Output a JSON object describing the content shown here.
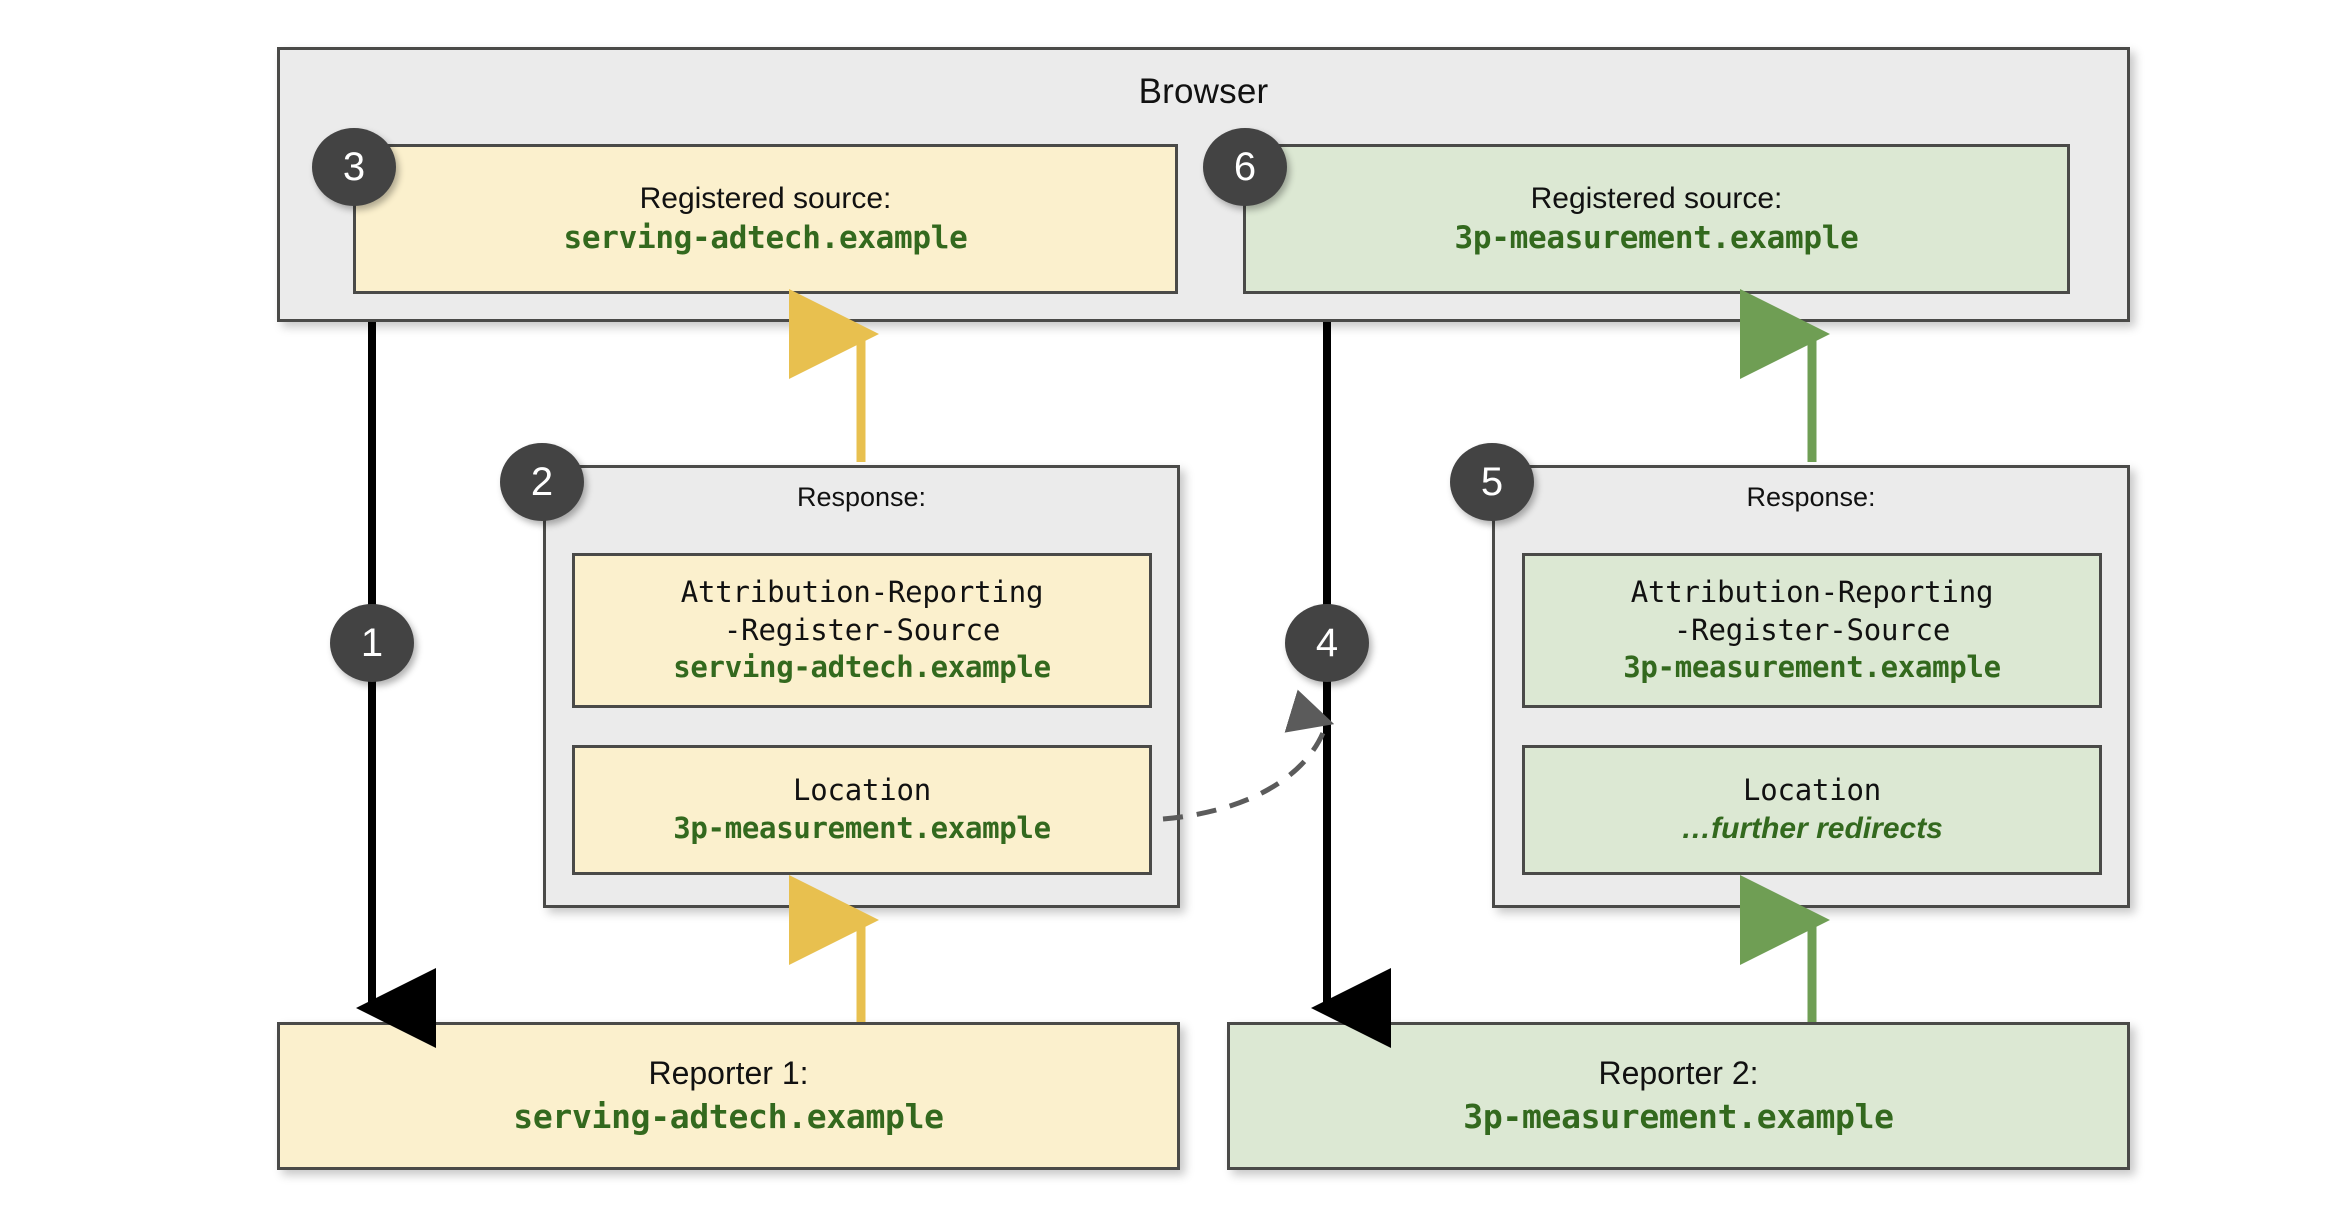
{
  "diagram": {
    "browser": {
      "title": "Browser",
      "registered_sources": [
        {
          "step": "3",
          "label": "Registered source:",
          "host": "serving-adtech.example",
          "tone": "yellow"
        },
        {
          "step": "6",
          "label": "Registered source:",
          "host": "3p-measurement.example",
          "tone": "green"
        }
      ]
    },
    "responses": [
      {
        "step": "2",
        "label": "Response:",
        "tone": "yellow",
        "headers": [
          {
            "name_line1": "Attribution-Reporting",
            "name_line2": "-Register-Source",
            "value": "serving-adtech.example",
            "value_style": "mono"
          },
          {
            "name_line1": "Location",
            "name_line2": "",
            "value": "3p-measurement.example",
            "value_style": "mono"
          }
        ]
      },
      {
        "step": "5",
        "label": "Response:",
        "tone": "green",
        "headers": [
          {
            "name_line1": "Attribution-Reporting",
            "name_line2": "-Register-Source",
            "value": "3p-measurement.example",
            "value_style": "mono"
          },
          {
            "name_line1": "Location",
            "name_line2": "",
            "value": "…further redirects",
            "value_style": "italic"
          }
        ]
      }
    ],
    "reporters": [
      {
        "title": "Reporter 1:",
        "host": "serving-adtech.example",
        "tone": "yellow"
      },
      {
        "title": "Reporter 2:",
        "host": "3p-measurement.example",
        "tone": "green"
      }
    ],
    "steps": [
      {
        "number": "1",
        "meaning": "request-to-reporter-1"
      },
      {
        "number": "4",
        "meaning": "redirect-request-to-reporter-2"
      }
    ],
    "colors": {
      "yellow_fill": "#fbf0cd",
      "green_fill": "#dce8d3",
      "shell_fill": "#ebebeb",
      "border": "#4a4a48",
      "host_text": "#33691e",
      "badge": "#434343",
      "arrow_yellow": "#e8c04f",
      "arrow_green": "#6f9e54",
      "arrow_black": "#000000",
      "dashed_arrow": "#5b5b5b"
    }
  }
}
